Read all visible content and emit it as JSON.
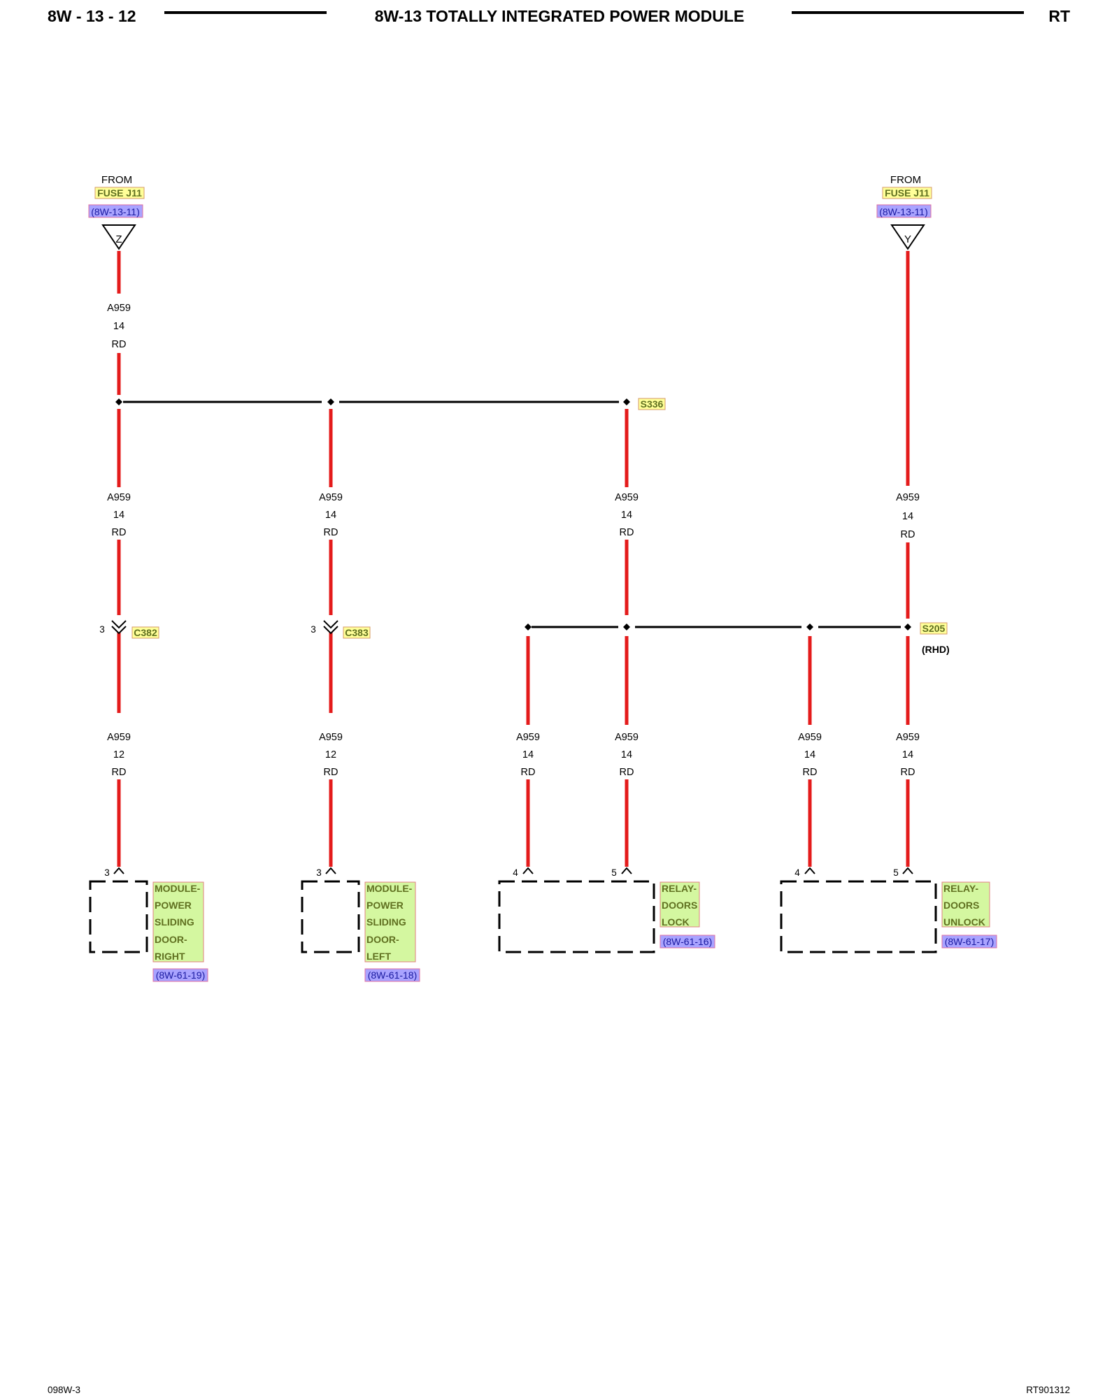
{
  "header": {
    "page_ref": "8W - 13 - 12",
    "title": "8W-13 TOTALLY INTEGRATED POWER MODULE",
    "model": "RT"
  },
  "footer": {
    "left_code": "098W-3",
    "right_code": "RT901312"
  },
  "sources": [
    {
      "from_label": "FROM",
      "fuse": "FUSE J11",
      "ref": "(8W-13-11)",
      "connector_letter": "Z"
    },
    {
      "from_label": "FROM",
      "fuse": "FUSE J11",
      "ref": "(8W-13-11)",
      "connector_letter": "Y"
    }
  ],
  "splices": [
    {
      "name": "S336",
      "note": ""
    },
    {
      "name": "S205",
      "note": "(RHD)"
    }
  ],
  "inline_connectors": [
    {
      "name": "C382",
      "pin": "3"
    },
    {
      "name": "C383",
      "pin": "3"
    }
  ],
  "wire_labels": [
    {
      "circuit": "A959",
      "gauge": "14",
      "color": "RD"
    },
    {
      "circuit": "A959",
      "gauge": "14",
      "color": "RD"
    },
    {
      "circuit": "A959",
      "gauge": "14",
      "color": "RD"
    },
    {
      "circuit": "A959",
      "gauge": "14",
      "color": "RD"
    },
    {
      "circuit": "A959",
      "gauge": "14",
      "color": "RD"
    },
    {
      "circuit": "A959",
      "gauge": "12",
      "color": "RD"
    },
    {
      "circuit": "A959",
      "gauge": "12",
      "color": "RD"
    },
    {
      "circuit": "A959",
      "gauge": "14",
      "color": "RD"
    },
    {
      "circuit": "A959",
      "gauge": "14",
      "color": "RD"
    },
    {
      "circuit": "A959",
      "gauge": "14",
      "color": "RD"
    },
    {
      "circuit": "A959",
      "gauge": "14",
      "color": "RD"
    }
  ],
  "components": [
    {
      "lines": [
        "MODULE-",
        "POWER",
        "SLIDING",
        "DOOR-",
        "RIGHT"
      ],
      "ref": "(8W-61-19)",
      "pins": [
        "3"
      ]
    },
    {
      "lines": [
        "MODULE-",
        "POWER",
        "SLIDING",
        "DOOR-",
        "LEFT"
      ],
      "ref": "(8W-61-18)",
      "pins": [
        "3"
      ]
    },
    {
      "lines": [
        "RELAY-",
        "DOORS",
        "LOCK"
      ],
      "ref": "(8W-61-16)",
      "pins": [
        "4",
        "5"
      ]
    },
    {
      "lines": [
        "RELAY-",
        "DOORS",
        "UNLOCK"
      ],
      "ref": "(8W-61-17)",
      "pins": [
        "4",
        "5"
      ]
    }
  ]
}
